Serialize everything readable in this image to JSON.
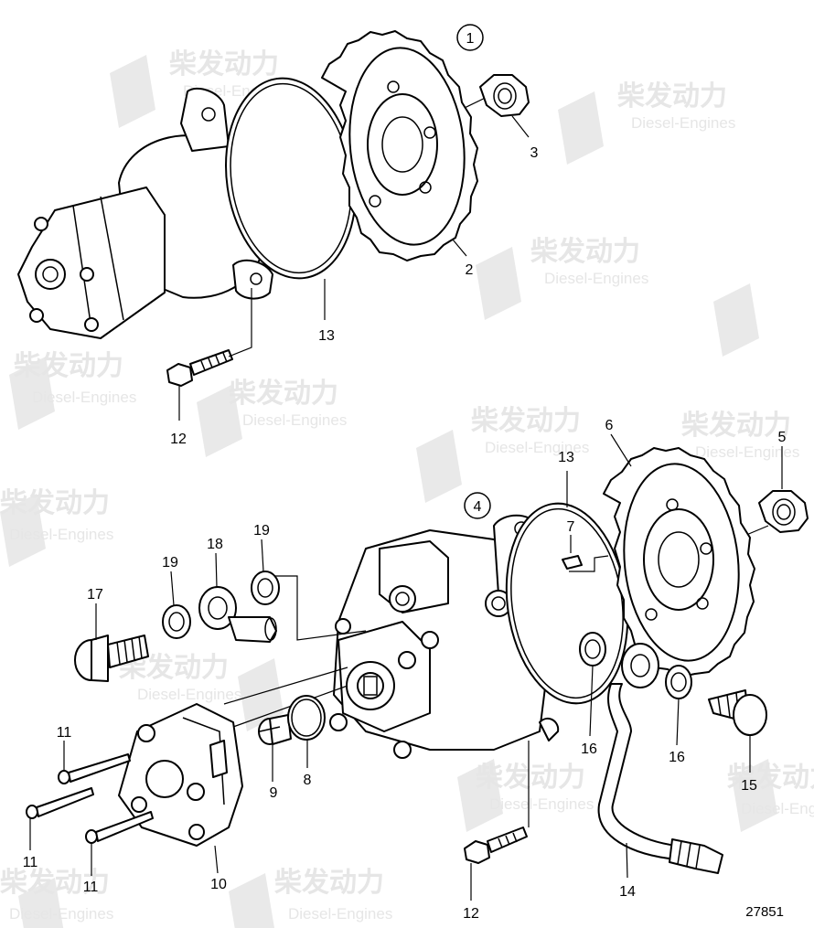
{
  "watermark": {
    "text_cn": "柴发动力",
    "text_en": "Diesel-Engines"
  },
  "circled_labels": [
    "1",
    "4"
  ],
  "callouts": {
    "top": [
      "3",
      "2",
      "13",
      "12"
    ],
    "bottom": [
      "13",
      "6",
      "5",
      "7",
      "17",
      "19",
      "18",
      "19",
      "16",
      "16",
      "15",
      "11",
      "11",
      "11",
      "10",
      "9",
      "8",
      "14",
      "12"
    ]
  },
  "reference_number": "27851"
}
